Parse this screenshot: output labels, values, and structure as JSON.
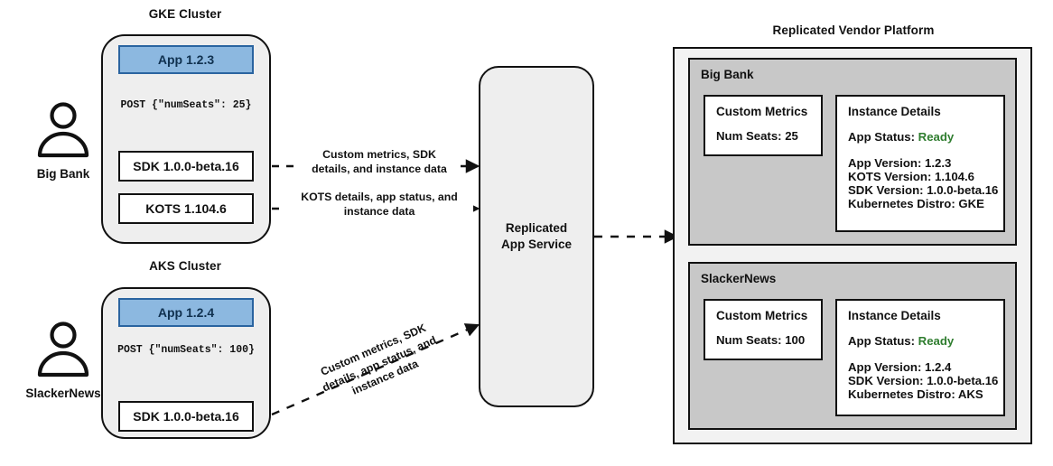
{
  "diagram": {
    "title_gke": "GKE Cluster",
    "title_aks": "AKS Cluster",
    "title_platform": "Replicated Vendor Platform"
  },
  "actors": [
    {
      "id": "big-bank",
      "label": "Big Bank",
      "icon": "person-icon"
    },
    {
      "id": "slackernews",
      "label": "SlackerNews",
      "icon": "person-icon"
    }
  ],
  "gke_cluster": {
    "title": "GKE Cluster",
    "app_box": "App 1.2.3",
    "post_label": "POST {\"numSeats\": 25}",
    "sdk_box": "SDK 1.0.0-beta.16",
    "kots_box": "KOTS 1.104.6"
  },
  "aks_cluster": {
    "title": "AKS Cluster",
    "app_box": "App 1.2.4",
    "post_label": "POST {\"numSeats\": 100}",
    "sdk_box": "SDK 1.0.0-beta.16"
  },
  "edges": {
    "sdk_to_service": "Custom metrics, SDK\ndetails, and instance data",
    "sdk_to_service_line1": "Custom metrics, SDK",
    "sdk_to_service_line2": "details, and instance data",
    "kots_to_service_line1": "KOTS details, app status, and",
    "kots_to_service_line2": "instance data",
    "aks_to_service_line1": "Custom metrics, SDK",
    "aks_to_service_line2": "details, app status, and",
    "aks_to_service_line3": "instance data"
  },
  "service": {
    "line1": "Replicated",
    "line2": "App Service"
  },
  "platform": {
    "title": "Replicated Vendor Platform",
    "tenants": [
      {
        "name": "Big Bank",
        "custom_metrics": {
          "title": "Custom Metrics",
          "lines": [
            "Num Seats: 25"
          ]
        },
        "instance_details": {
          "title": "Instance Details",
          "status_label": "App Status:",
          "status_value": "Ready",
          "lines": [
            "App Version: 1.2.3",
            "KOTS Version: 1.104.6",
            "SDK Version: 1.0.0-beta.16",
            "Kubernetes Distro: GKE"
          ]
        }
      },
      {
        "name": "SlackerNews",
        "custom_metrics": {
          "title": "Custom Metrics",
          "lines": [
            "Num Seats: 100"
          ]
        },
        "instance_details": {
          "title": "Instance Details",
          "status_label": "App Status:",
          "status_value": "Ready",
          "lines": [
            "App Version: 1.2.4",
            "SDK Version: 1.0.0-beta.16",
            "Kubernetes Distro: AKS"
          ]
        }
      }
    ]
  },
  "colors": {
    "app_fill": "#8cb8e0",
    "app_border": "#2a64a0",
    "cluster_fill": "#eeeeee",
    "platform_fill": "#f2f2f2",
    "tenant_fill": "#c8c8c8",
    "ready_green": "#2f7d2f",
    "stroke": "#111111"
  }
}
